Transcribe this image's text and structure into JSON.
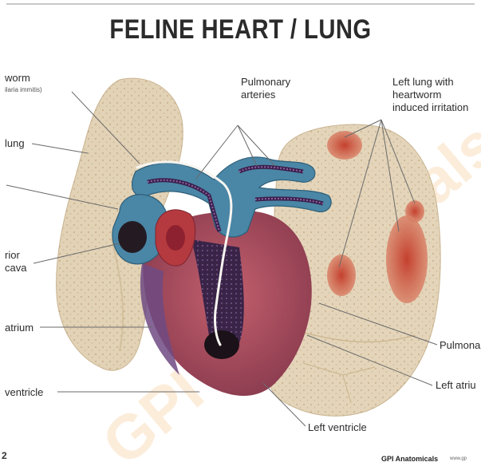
{
  "title": "FELINE HEART / LUNG",
  "labels": {
    "heartworm_line1": "worm",
    "heartworm_line2": "ilaria immitis)",
    "lung_left": "lung",
    "vena_line1": "rior",
    "vena_line2": "cava",
    "atrium_left": "atrium",
    "ventricle_left": "ventricle",
    "pulmonary_arteries_line1": "Pulmonary",
    "pulmonary_arteries_line2": "arteries",
    "left_lung_line1": "Left lung with",
    "left_lung_line2": "heartworm",
    "left_lung_line3": "induced irritation",
    "pulmonary_right": "Pulmona",
    "left_atrium": "Left atriu",
    "left_ventricle": "Left ventricle"
  },
  "footer": {
    "brand": "GPI Anatomicals",
    "brand_sub": "www.gp",
    "page_mark": "2"
  },
  "watermark": "GPI Anatomicals",
  "colors": {
    "lung": "#e2d2b6",
    "lung_dark": "#cdb892",
    "vessel_blue": "#4a86a6",
    "heart_purple": "#5a3768",
    "heart_red": "#b04857",
    "lesion": "#c24a3a",
    "leader": "#6a6a6a"
  }
}
